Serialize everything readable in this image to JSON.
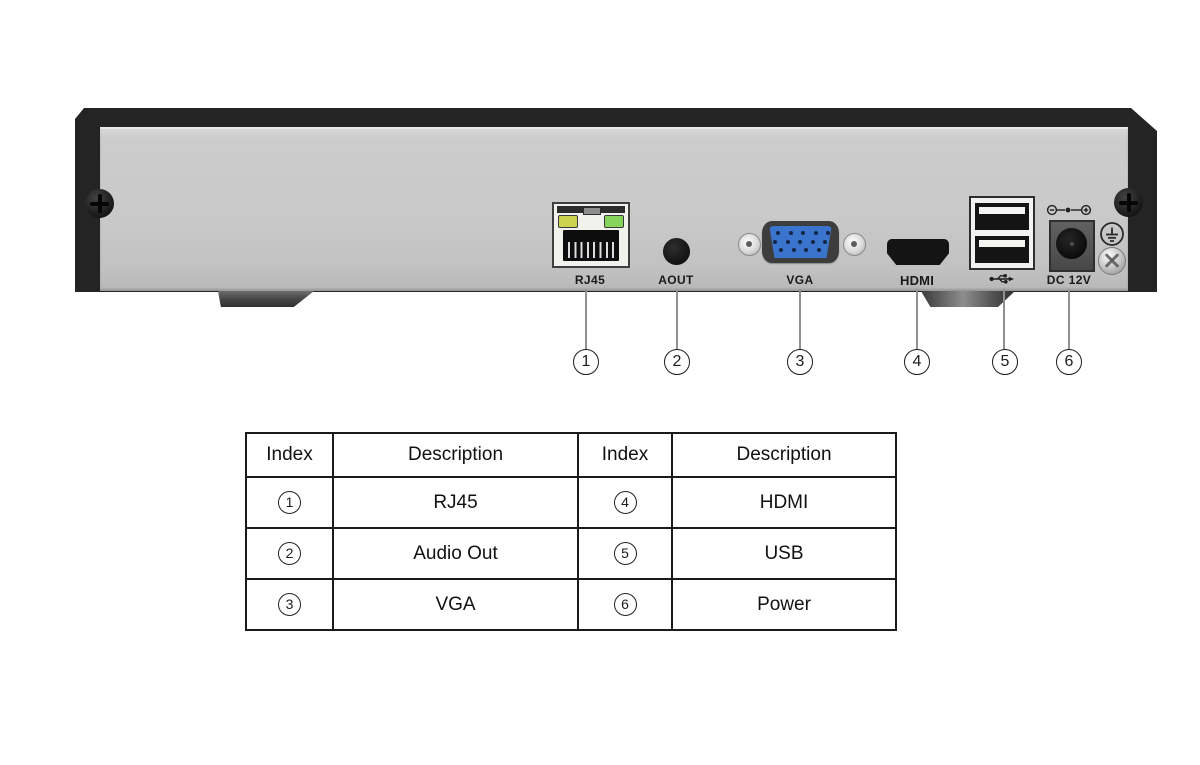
{
  "device": {
    "labels": {
      "rj45": "RJ45",
      "aout": "AOUT",
      "vga": "VGA",
      "hdmi": "HDMI",
      "power": "DC 12V"
    },
    "icons": {
      "usb": "usb-trident-icon",
      "ground": "earth-ground-icon",
      "polarity": "dc-polarity-icon"
    },
    "colors": {
      "panel": "#c9c9c9",
      "bezel": "#242424",
      "vga_blue": "#3b74cc",
      "led_yellow": "#ccd44f",
      "led_green": "#86d45c"
    }
  },
  "callouts": [
    "1",
    "2",
    "3",
    "4",
    "5",
    "6"
  ],
  "table": {
    "headers": [
      "Index",
      "Description",
      "Index",
      "Description"
    ],
    "rows": [
      [
        "1",
        "RJ45",
        "4",
        "HDMI"
      ],
      [
        "2",
        "Audio Out",
        "5",
        "USB"
      ],
      [
        "3",
        "VGA",
        "6",
        "Power"
      ]
    ]
  }
}
